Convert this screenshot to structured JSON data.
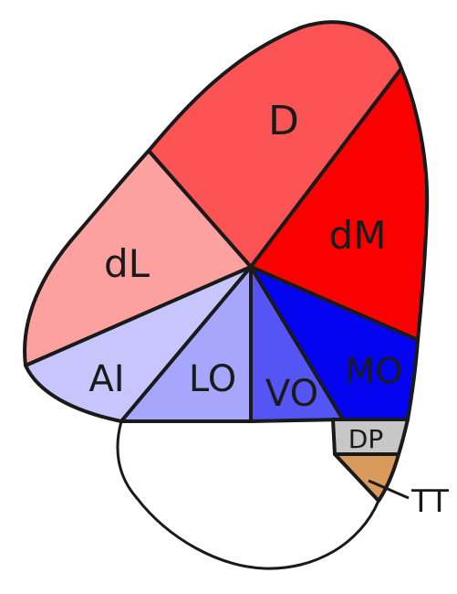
{
  "regions": {
    "D": {
      "label": "D",
      "color": "#fc5454"
    },
    "dM": {
      "label": "dM",
      "color": "#fb0000"
    },
    "dL": {
      "label": "dL",
      "color": "#fda0a0"
    },
    "AI": {
      "label": "AI",
      "color": "#c6c6fc"
    },
    "LO": {
      "label": "LO",
      "color": "#a6a6fc"
    },
    "VO": {
      "label": "VO",
      "color": "#5555f6"
    },
    "MO": {
      "label": "MO",
      "color": "#0404f0"
    },
    "DP": {
      "label": "DP",
      "color": "#c7c7c7"
    },
    "TT": {
      "label": "TT",
      "color": "#d99a5c"
    }
  }
}
